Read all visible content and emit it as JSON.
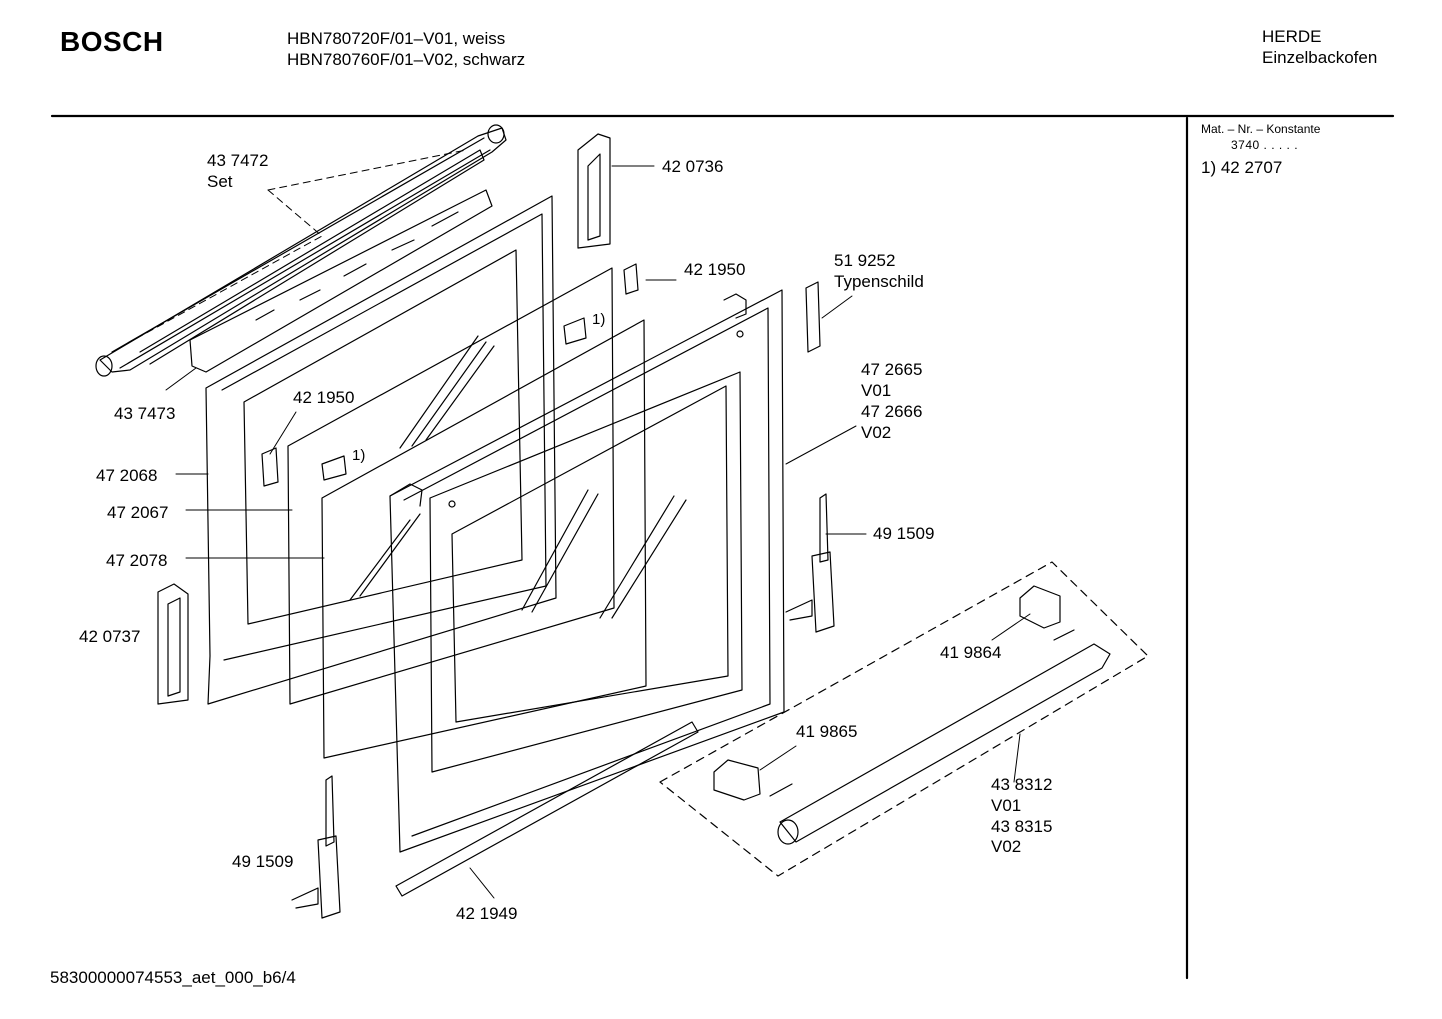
{
  "header": {
    "brand": "BOSCH",
    "models": [
      "HBN780720F/01–V01, weiss",
      "HBN780760F/01–V02, schwarz"
    ],
    "category": [
      "HERDE",
      "Einzelbackofen"
    ]
  },
  "sidebar": {
    "title": "Mat. – Nr. – Konstante",
    "value": "3740  .   .   .   .   .",
    "note": "1) 42 2707"
  },
  "parts": [
    {
      "id": "p437472",
      "lines": [
        "43 7472",
        "Set"
      ]
    },
    {
      "id": "p420736",
      "lines": [
        "42 0736"
      ]
    },
    {
      "id": "p421950a",
      "lines": [
        "42 1950"
      ]
    },
    {
      "id": "p519252",
      "lines": [
        "51 9252",
        "Typenschild"
      ]
    },
    {
      "id": "p472665",
      "lines": [
        "47 2665",
        "V01",
        "47 2666",
        "V02"
      ]
    },
    {
      "id": "p437473",
      "lines": [
        "43 7473"
      ]
    },
    {
      "id": "p421950b",
      "lines": [
        "42 1950"
      ]
    },
    {
      "id": "p472068",
      "lines": [
        "47 2068"
      ]
    },
    {
      "id": "p472067",
      "lines": [
        "47 2067"
      ]
    },
    {
      "id": "p472078",
      "lines": [
        "47 2078"
      ]
    },
    {
      "id": "p491509a",
      "lines": [
        "49 1509"
      ]
    },
    {
      "id": "p420737",
      "lines": [
        "42 0737"
      ]
    },
    {
      "id": "p419864",
      "lines": [
        "41 9864"
      ]
    },
    {
      "id": "p419865",
      "lines": [
        "41 9865"
      ]
    },
    {
      "id": "p438312",
      "lines": [
        "43 8312",
        "V01",
        "43 8315",
        "V02"
      ]
    },
    {
      "id": "p491509b",
      "lines": [
        "49 1509"
      ]
    },
    {
      "id": "p421949",
      "lines": [
        "42 1949"
      ]
    }
  ],
  "footnote_marks": [
    "1)",
    "1)"
  ],
  "footer": "58300000074553_aet_000_b6/4"
}
